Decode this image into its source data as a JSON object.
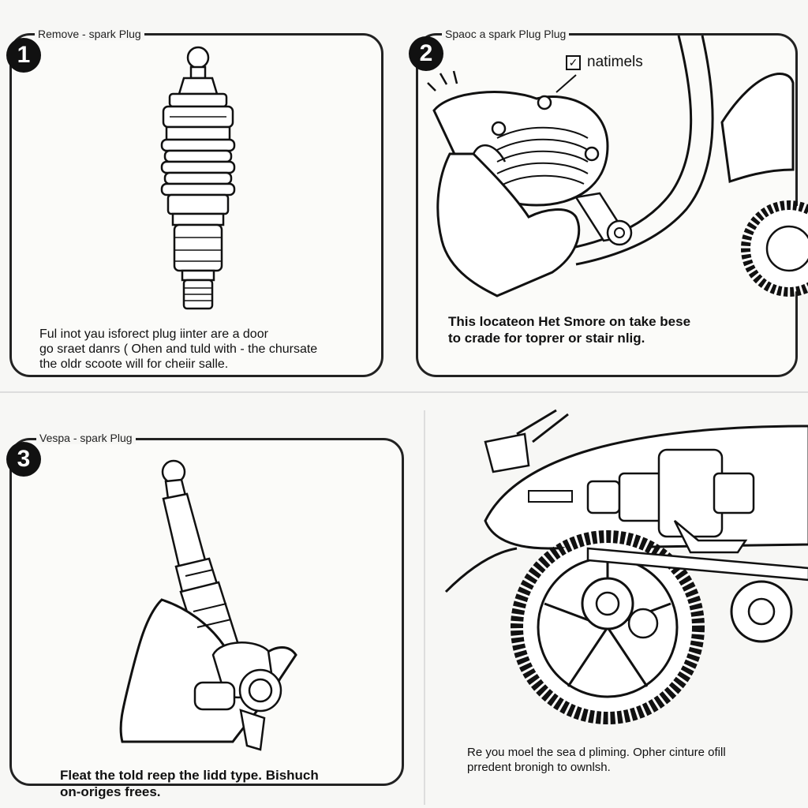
{
  "steps": [
    {
      "number": "1",
      "title": "Remove - spark Plug",
      "caption": [
        "Ful inot yau isforect plug iinter are a door",
        "go sraet danrs ( Ohen and tuld with - the chursate",
        "the oldr scoote will for cheiir salle."
      ]
    },
    {
      "number": "2",
      "title": "Spaoc a spark Plug Plug",
      "tag": "natimels",
      "tag_checkbox": "✓",
      "caption": [
        "This locateon Het Smore on take bese",
        "to crade for toprer or stair nlig."
      ]
    },
    {
      "number": "3",
      "title": "Vespa - spark Plug",
      "caption": [
        "Fleat the told reep the lidd type. Bishuch",
        "on-origes frees."
      ]
    },
    {
      "caption": [
        "Re you moel the sea d pliming. Opher cinture ofill",
        "prredent bronigh to ownlsh."
      ]
    }
  ]
}
